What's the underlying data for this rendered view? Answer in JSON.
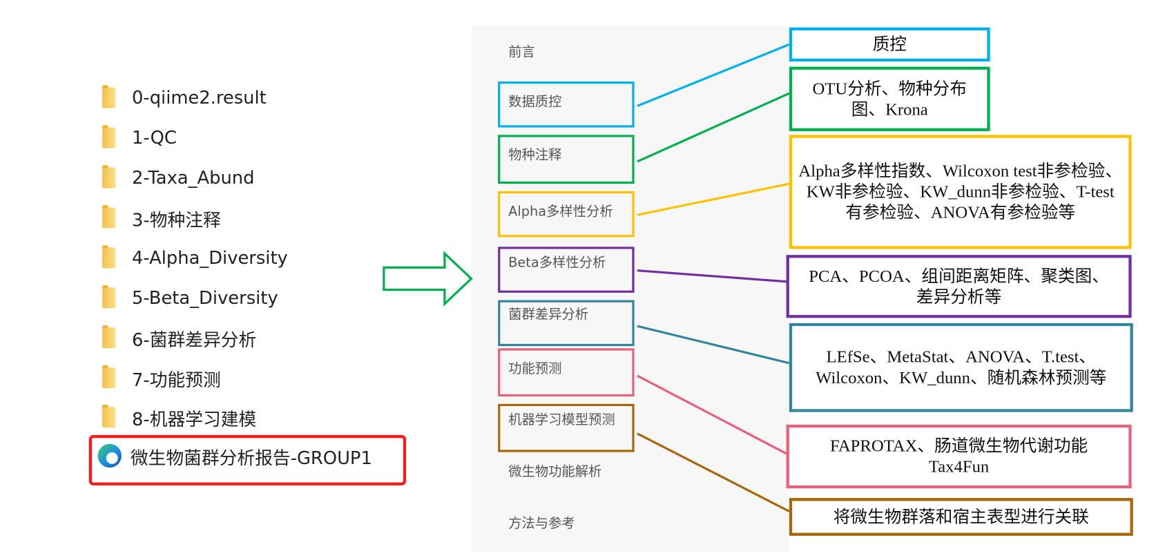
{
  "folders": [
    "0-qiime2.result",
    "1-QC",
    "2-Taxa_Abund",
    "3-物种注释",
    "4-Alpha_Diversity",
    "5-Beta_Diversity",
    "6-菌群差异分析",
    "7-功能预测",
    "8-机器学习建模"
  ],
  "report_file": "微生物菌群分析报告-GROUP1",
  "nav": {
    "preface": "前言",
    "qc": "数据质控",
    "taxa": "物种注释",
    "alpha": "Alpha多样性分析",
    "beta": "Beta多样性分析",
    "diff": "菌群差异分析",
    "func": "功能预测",
    "ml": "机器学习模型预测",
    "micro_func": "微生物功能解析",
    "methods": "方法与参考"
  },
  "details": {
    "qc": "质控",
    "taxa": "OTU分析、物种分布图、Krona",
    "alpha": "Alpha多样性指数、Wilcoxon test非参检验、KW非参检验、KW_dunn非参检验、T-test有参检验、ANOVA有参检验等",
    "beta": "PCA、PCOA、组间距离矩阵、聚类图、差异分析等",
    "diff": "LEfSe、MetaStat、ANOVA、T.test、Wilcoxon、KW_dunn、随机森林预测等",
    "func": "FAPROTAX、肠道微生物代谢功能Tax4Fun",
    "ml": "将微生物群落和宿主表型进行关联"
  },
  "colors": {
    "qc": "#00b0f0",
    "taxa": "#00b050",
    "alpha": "#ffc000",
    "beta": "#7030a0",
    "diff": "#31869b",
    "func": "#e8607a",
    "ml": "#a8670a",
    "highlight": "#ff1a1a",
    "arrow": "#00b050"
  }
}
